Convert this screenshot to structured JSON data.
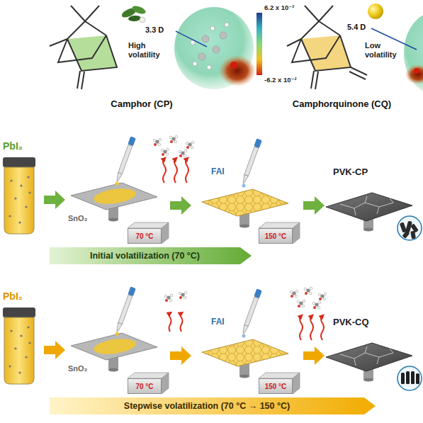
{
  "diagram": {
    "nodes": [
      {
        "text": [
          "70 °C"
        ]
      },
      {
        "text": [
          "150 °C"
        ]
      },
      {
        "text": [
          "Initial volatilization (70 °C)"
        ]
      },
      {
        "text": [
          "70 °C"
        ]
      },
      {
        "text": [
          "150 °C"
        ]
      },
      {
        "text": [
          "Stepwise volatilization (70 °C → 150 °C)"
        ]
      }
    ],
    "labels": [
      "High volatility",
      "3.3 D",
      "6.2 x 10⁻²",
      "-6.2 x 10⁻²",
      "Low volatility",
      "5.4 D",
      "Camphor (CP)",
      "Camphorquinone (CQ)",
      "PbI₂",
      "SnO₂",
      "FAI",
      "PVK-CP",
      "PbI₂",
      "SnO₂",
      "FAI",
      "PVK-CQ"
    ]
  }
}
